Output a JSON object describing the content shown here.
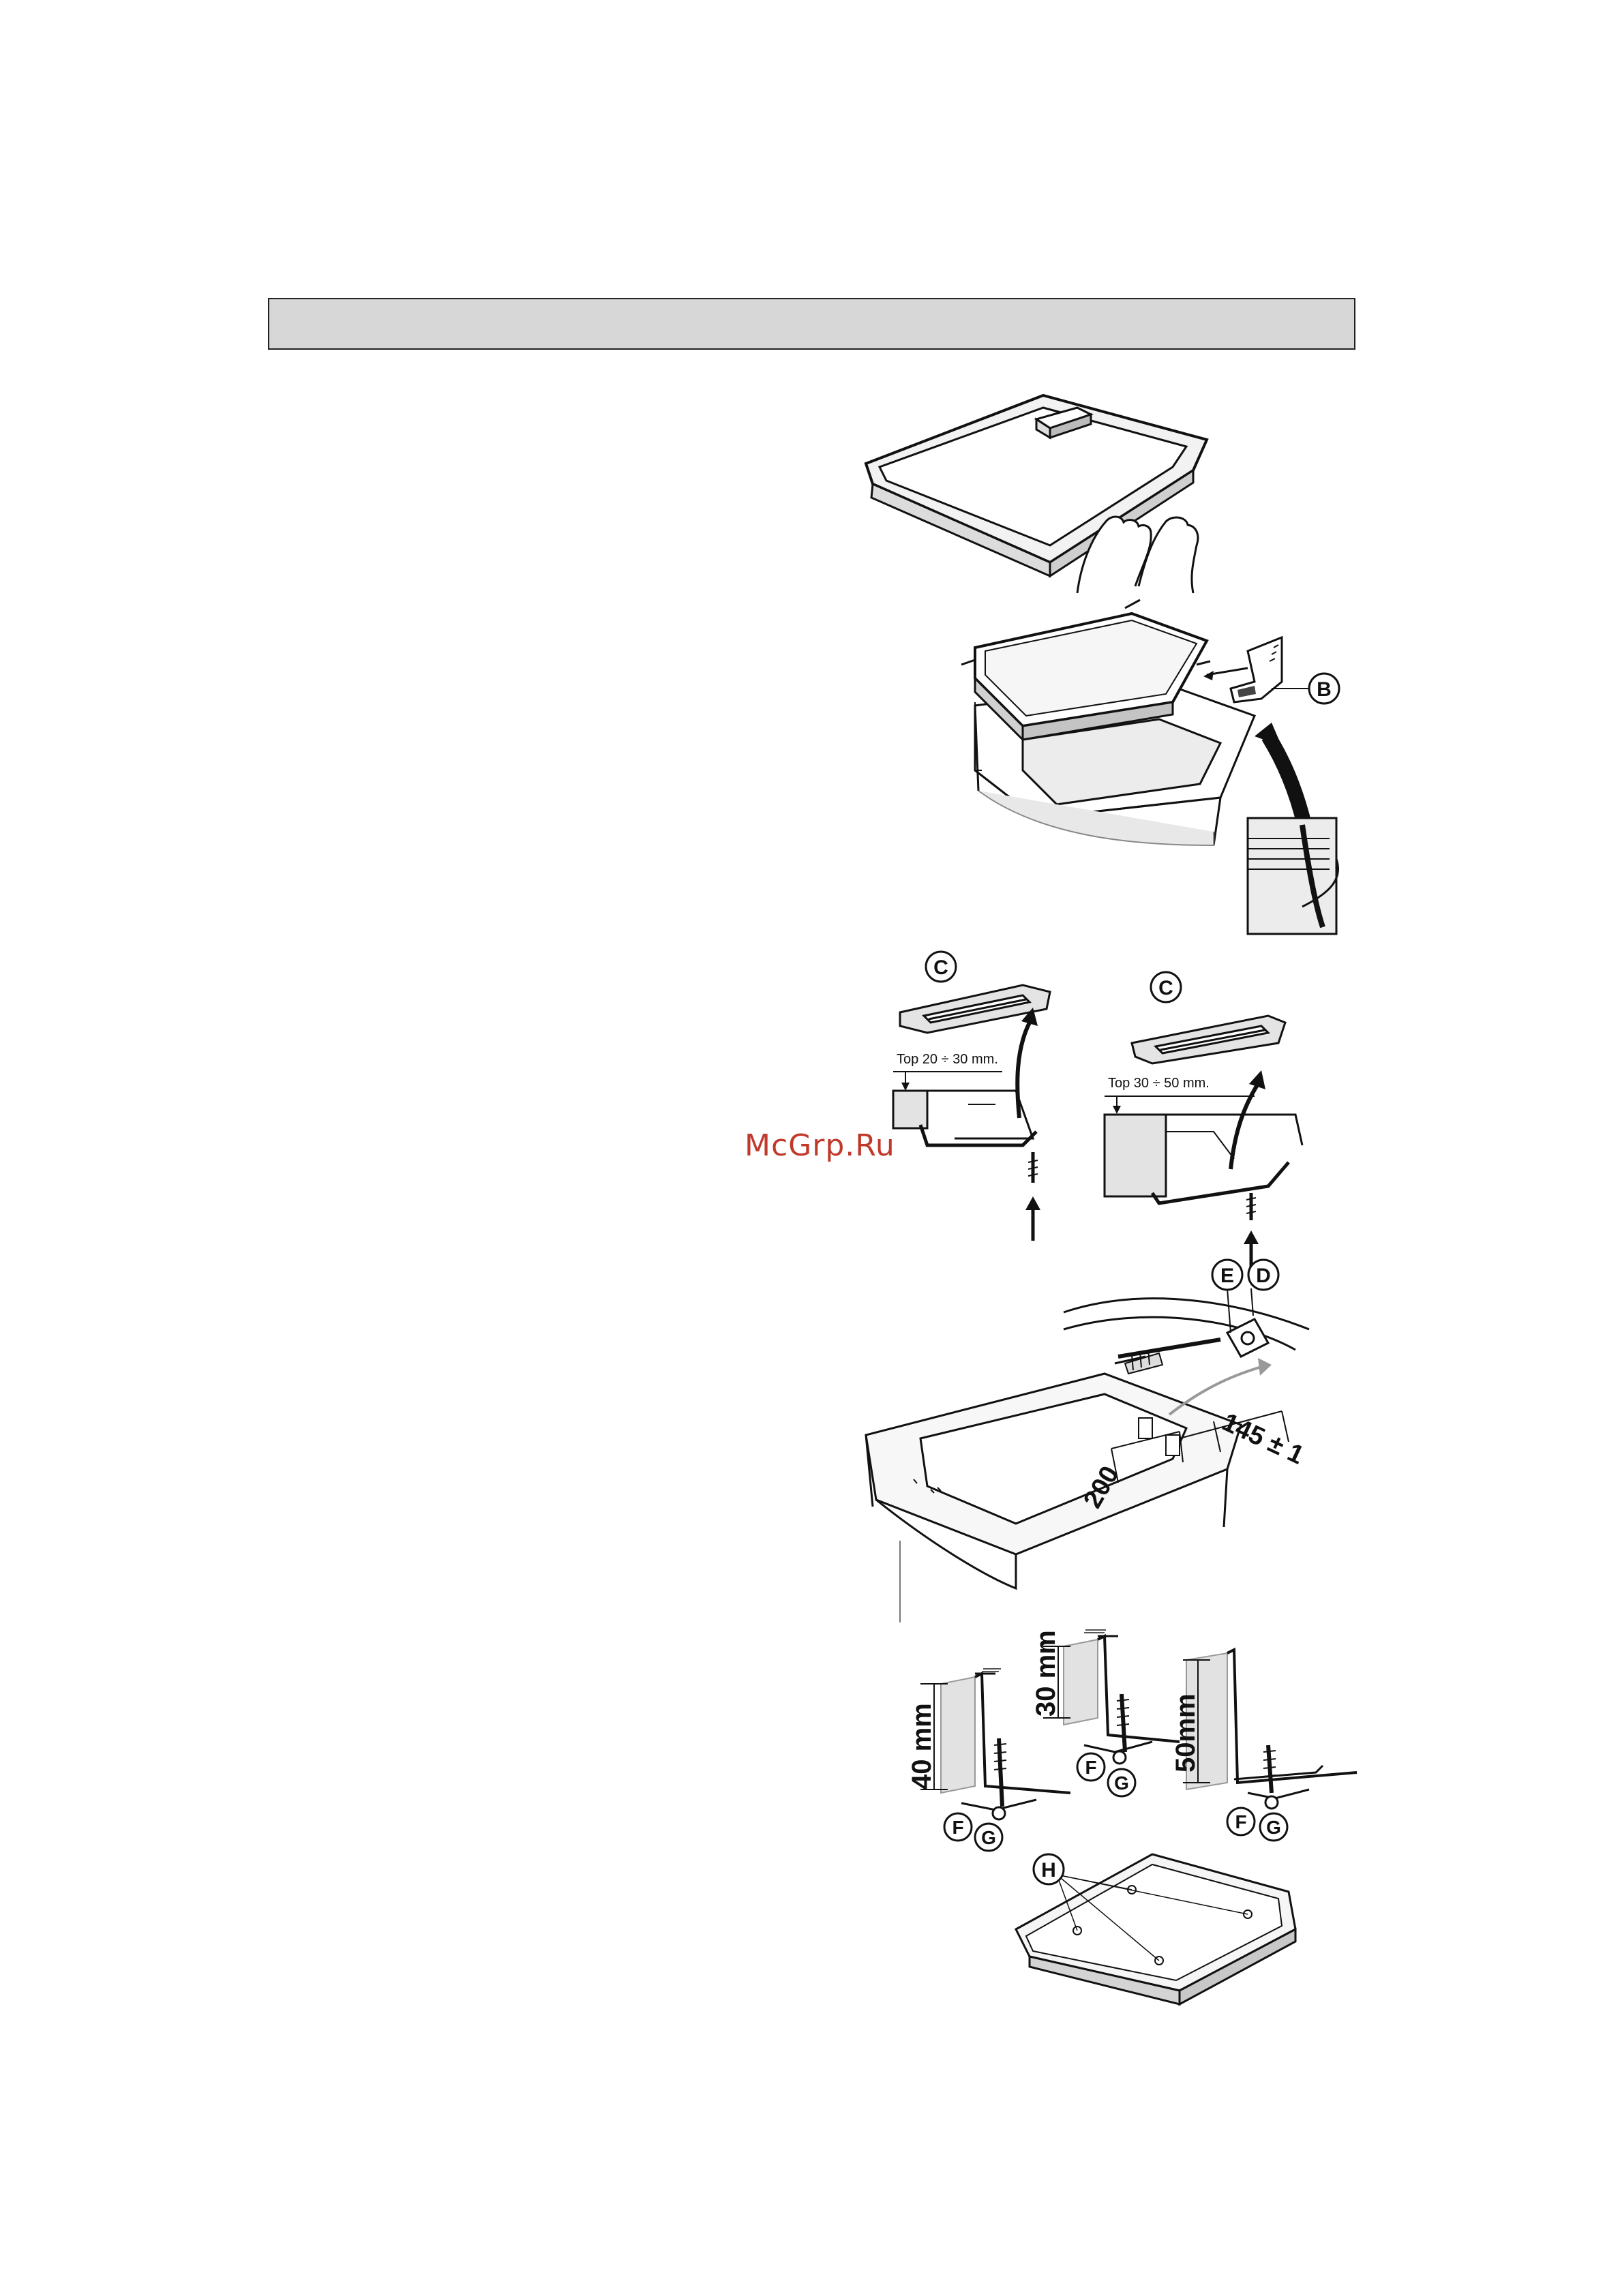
{
  "watermark": "McGrp.Ru",
  "labels": {
    "b": "B",
    "c": "C",
    "d": "D",
    "e": "E",
    "f": "F",
    "g": "G",
    "h": "H"
  },
  "dimensions": {
    "top_thin": "Top 20 ÷ 30 mm.",
    "top_thick": "Top 30 ÷ 50 mm.",
    "offset": "145 ± 1",
    "width": "200",
    "h40": "40 mm",
    "h30": "30 mm",
    "h50": "50mm"
  }
}
